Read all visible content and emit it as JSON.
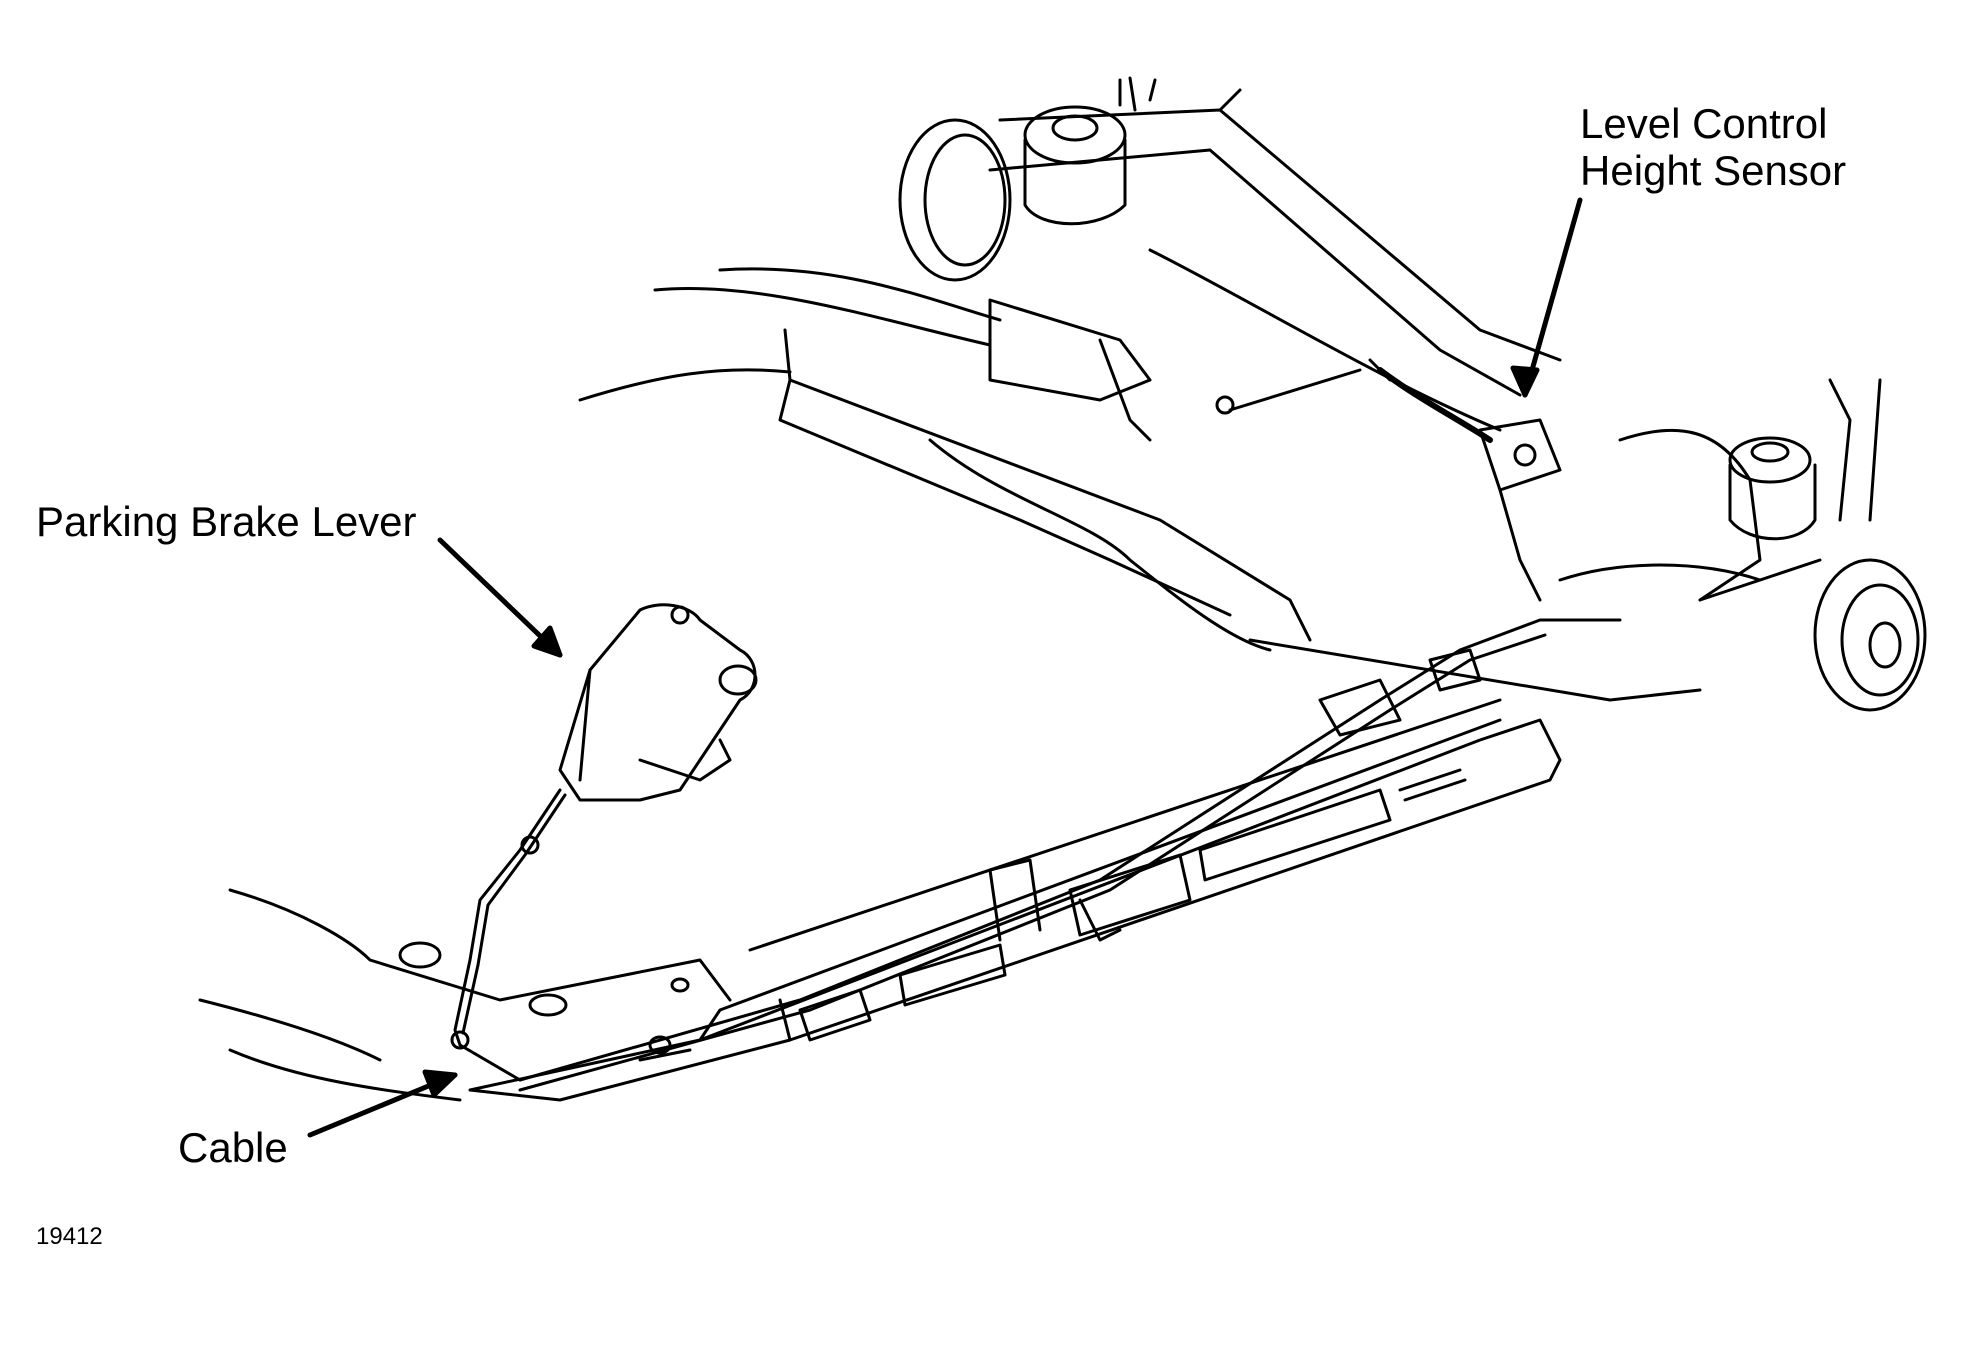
{
  "callouts": {
    "level_sensor_line1": "Level Control",
    "level_sensor_line2": "Height Sensor",
    "parking_brake_lever": "Parking Brake Lever",
    "cable": "Cable"
  },
  "figure_number": "19412",
  "colors": {
    "ink": "#000000",
    "paper": "#ffffff"
  }
}
